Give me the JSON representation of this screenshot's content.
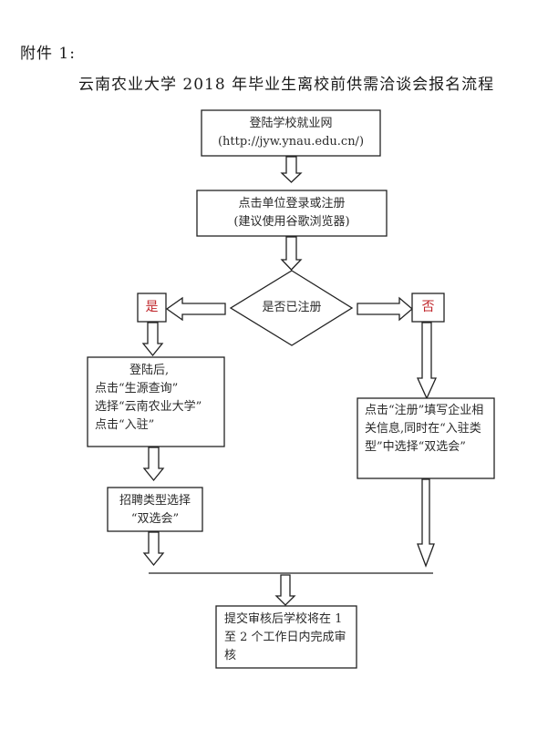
{
  "attachment_label": "附件 1:",
  "title": "云南农业大学 2018 年毕业生离校前供需洽谈会报名流程",
  "colors": {
    "line": "#222222",
    "decision_label": "#c0282d"
  },
  "steps": {
    "login_site": {
      "line1": "登陆学校就业网",
      "line2": "(http://jyw.ynau.edu.cn/)"
    },
    "unit_login": {
      "line1": "点击单位登录或注册",
      "line2": "(建议使用谷歌浏览器)"
    },
    "decision": {
      "question": "是否已注册",
      "yes": "是",
      "no": "否"
    },
    "yes_branch": {
      "line1": "登陆后,",
      "line2": "点击“生源查询”",
      "line3": "选择“云南农业大学”",
      "line4": "点击“入驻”"
    },
    "yes_type": {
      "line1": "招聘类型选择",
      "line2": "“双选会”"
    },
    "no_branch": {
      "text": "点击“注册”填写企业相关信息,同时在“入驻类型”中选择“双选会”"
    },
    "final": {
      "text": "提交审核后学校将在 1 至 2 个工作日内完成审核"
    }
  }
}
